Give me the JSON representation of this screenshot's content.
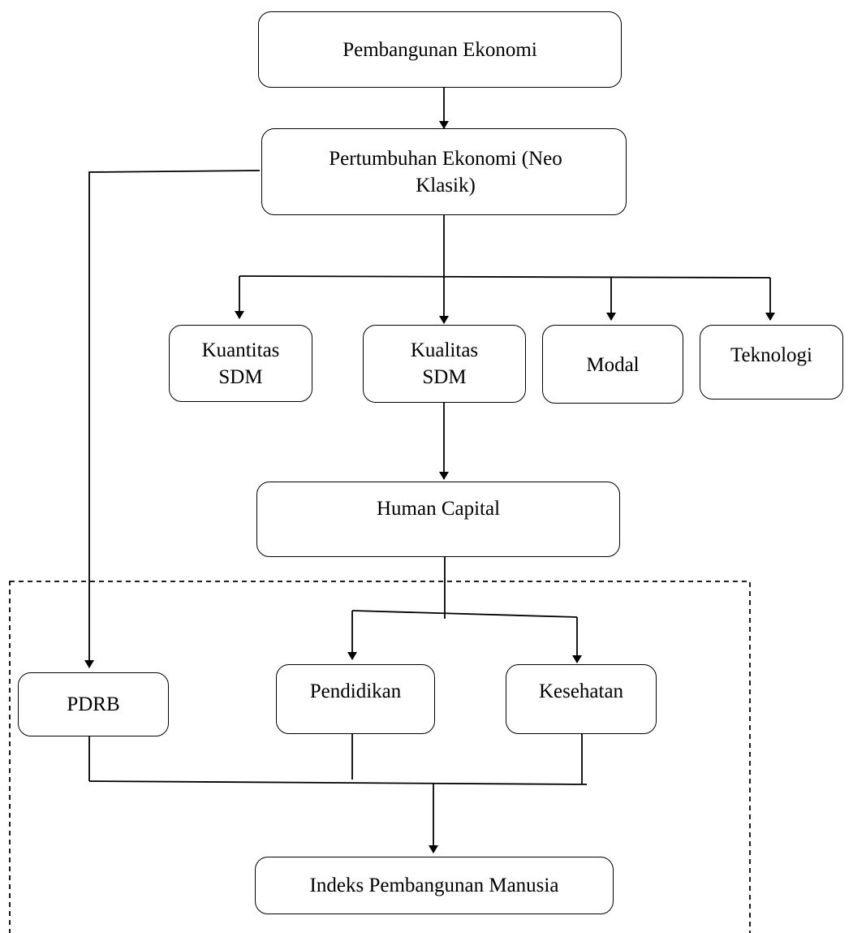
{
  "diagram": {
    "nodes": {
      "pembangunan_ekonomi": {
        "lines": [
          "Pembangunan Ekonomi"
        ]
      },
      "pertumbuhan_ekonomi": {
        "lines": [
          "Pertumbuhan Ekonomi (Neo",
          "Klasik)"
        ]
      },
      "kuantitas_sdm": {
        "lines": [
          "Kuantitas",
          "SDM"
        ]
      },
      "kualitas_sdm": {
        "lines": [
          "Kualitas",
          "SDM"
        ]
      },
      "modal": {
        "lines": [
          "Modal"
        ]
      },
      "teknologi": {
        "lines": [
          "Teknologi"
        ]
      },
      "human_capital": {
        "lines": [
          "Human Capital"
        ]
      },
      "pdrb": {
        "lines": [
          "PDRB"
        ]
      },
      "pendidikan": {
        "lines": [
          "Pendidikan"
        ]
      },
      "kesehatan": {
        "lines": [
          "Kesehatan"
        ]
      },
      "ipm": {
        "lines": [
          "Indeks Pembangunan Manusia"
        ]
      }
    },
    "edges": [
      {
        "from": "pembangunan_ekonomi",
        "to": "pertumbuhan_ekonomi"
      },
      {
        "from": "pertumbuhan_ekonomi",
        "to": "kuantitas_sdm"
      },
      {
        "from": "pertumbuhan_ekonomi",
        "to": "kualitas_sdm"
      },
      {
        "from": "pertumbuhan_ekonomi",
        "to": "modal"
      },
      {
        "from": "pertumbuhan_ekonomi",
        "to": "teknologi"
      },
      {
        "from": "pertumbuhan_ekonomi",
        "to": "pdrb"
      },
      {
        "from": "kualitas_sdm",
        "to": "human_capital"
      },
      {
        "from": "human_capital",
        "to": "pendidikan"
      },
      {
        "from": "human_capital",
        "to": "kesehatan"
      },
      {
        "from": "pdrb",
        "to": "ipm"
      },
      {
        "from": "pendidikan",
        "to": "ipm"
      },
      {
        "from": "kesehatan",
        "to": "ipm"
      }
    ],
    "colors": {
      "line": "#000000",
      "box_border": "#000000",
      "text": "#000000"
    }
  }
}
